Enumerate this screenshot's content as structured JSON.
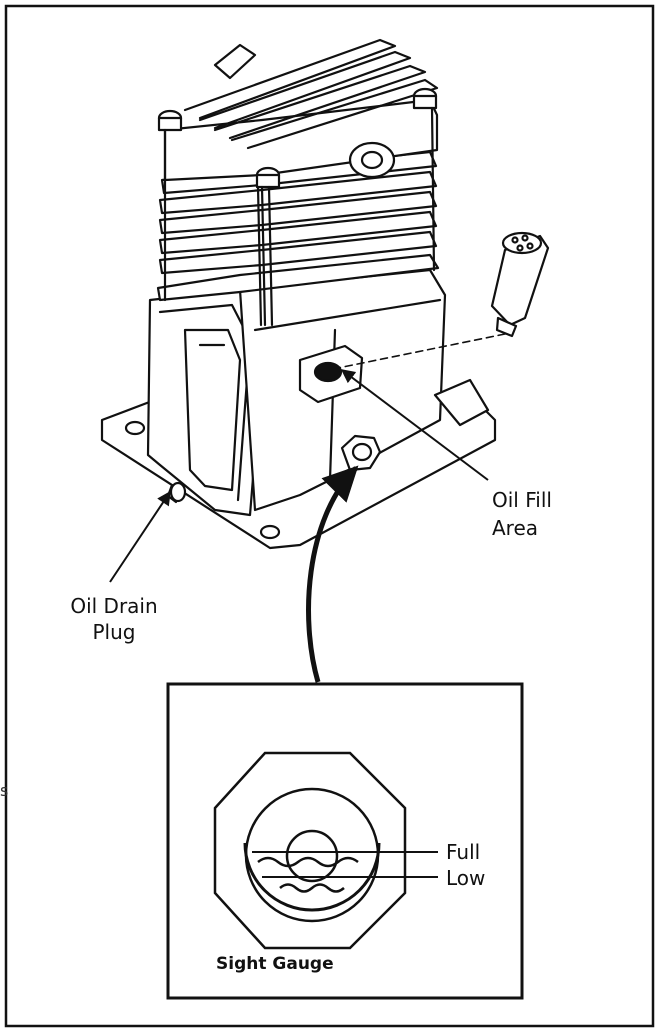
{
  "labels": {
    "oil_fill_line1": "Oil Fill",
    "oil_fill_line2": "Area",
    "oil_drain_line1": "Oil Drain",
    "oil_drain_line2": "Plug",
    "full": "Full",
    "low": "Low",
    "sight_gauge": "Sight Gauge",
    "margin_fragment": "s"
  },
  "colors": {
    "ink": "#111111",
    "paper": "#ffffff",
    "oil": "#111111"
  }
}
